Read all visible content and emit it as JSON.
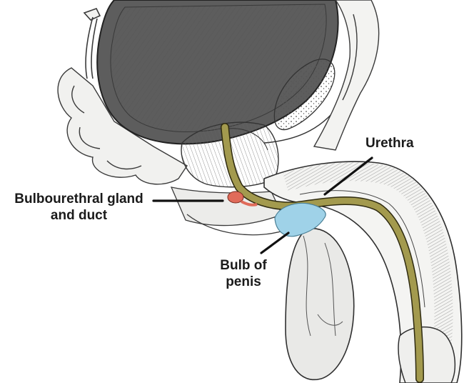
{
  "labels": {
    "urethra": "Urethra",
    "bulbourethral_line1": "Bulbourethral gland",
    "bulbourethral_line2": "and duct",
    "bulb_line1": "Bulb of",
    "bulb_line2": "penis"
  },
  "colors": {
    "urethra": "#a39a4e",
    "bulbourethral_gland": "#e06b5a",
    "bulb_of_penis": "#9fd2e8",
    "line_art": "#3a3a3a",
    "leader": "#111111"
  }
}
